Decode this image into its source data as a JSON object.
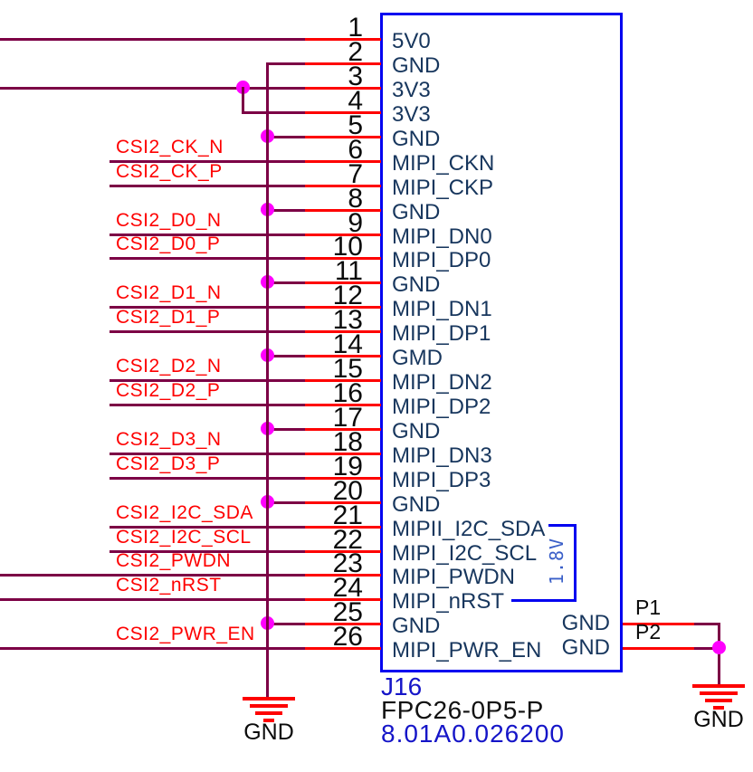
{
  "connector": {
    "refdes": "J16",
    "part": "FPC26-0P5-P",
    "code": "8.01A0.026200",
    "pins": [
      {
        "num": "1",
        "name": "5V0",
        "wire": "long"
      },
      {
        "num": "2",
        "name": "GND",
        "wire": "bus"
      },
      {
        "num": "3",
        "name": "3V3",
        "wire": "long3"
      },
      {
        "num": "4",
        "name": "3V3",
        "wire": "jog"
      },
      {
        "num": "5",
        "name": "GND",
        "wire": "gnd"
      },
      {
        "num": "6",
        "name": "MIPI_CKN",
        "wire": "net",
        "net": "CSI2_CK_N"
      },
      {
        "num": "7",
        "name": "MIPI_CKP",
        "wire": "net",
        "net": "CSI2_CK_P"
      },
      {
        "num": "8",
        "name": "GND",
        "wire": "gnd"
      },
      {
        "num": "9",
        "name": "MIPI_DN0",
        "wire": "net",
        "net": "CSI2_D0_N"
      },
      {
        "num": "10",
        "name": "MIPI_DP0",
        "wire": "net",
        "net": "CSI2_D0_P"
      },
      {
        "num": "11",
        "name": "GND",
        "wire": "gnd"
      },
      {
        "num": "12",
        "name": "MIPI_DN1",
        "wire": "net",
        "net": "CSI2_D1_N"
      },
      {
        "num": "13",
        "name": "MIPI_DP1",
        "wire": "net",
        "net": "CSI2_D1_P"
      },
      {
        "num": "14",
        "name": "GMD",
        "wire": "gnd"
      },
      {
        "num": "15",
        "name": "MIPI_DN2",
        "wire": "net",
        "net": "CSI2_D2_N"
      },
      {
        "num": "16",
        "name": "MIPI_DP2",
        "wire": "net",
        "net": "CSI2_D2_P"
      },
      {
        "num": "17",
        "name": "GND",
        "wire": "gnd"
      },
      {
        "num": "18",
        "name": "MIPI_DN3",
        "wire": "net",
        "net": "CSI2_D3_N"
      },
      {
        "num": "19",
        "name": "MIPI_DP3",
        "wire": "net",
        "net": "CSI2_D3_P"
      },
      {
        "num": "20",
        "name": "GND",
        "wire": "gnd"
      },
      {
        "num": "21",
        "name": "MIPII_I2C_SDA",
        "wire": "net",
        "net": "CSI2_I2C_SDA"
      },
      {
        "num": "22",
        "name": "MIPI_I2C_SCL",
        "wire": "net",
        "net": "CSI2_I2C_SCL"
      },
      {
        "num": "23",
        "name": "MIPI_PWDN",
        "wire": "netlong",
        "net": "CSI2_PWDN"
      },
      {
        "num": "24",
        "name": "MIPI_nRST",
        "wire": "netlong",
        "net": "CSI2_nRST"
      },
      {
        "num": "25",
        "name": "GND",
        "wire": "gnd"
      },
      {
        "num": "26",
        "name": "MIPI_PWR_EN",
        "wire": "netlong",
        "net": "CSI2_PWR_EN"
      }
    ],
    "mount_pins": [
      {
        "num": "P1",
        "name": "GND"
      },
      {
        "num": "P2",
        "name": "GND"
      }
    ]
  },
  "annotations": {
    "voltage_rail": "1.8V"
  },
  "ground_labels": {
    "left": "GND",
    "right": "GND"
  },
  "colors": {
    "wire": "#7c0045",
    "pin_stub": "#fe0000",
    "net_label": "#fe0000",
    "junction": "#ff00fe",
    "body_outline": "#0202f0",
    "pin_name": "#17365d",
    "pin_number": "#0b0b0b",
    "refdes_text": "#1515c8",
    "rail_text": "#3a5fc8"
  }
}
